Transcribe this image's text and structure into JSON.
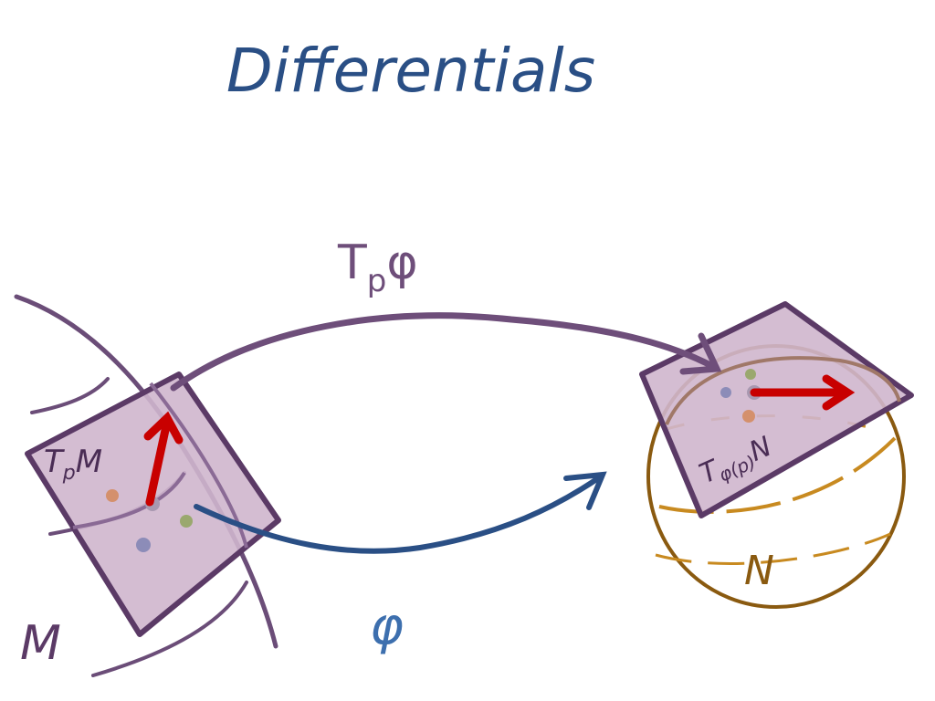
{
  "title": "Differentials",
  "labels": {
    "differential_map": "T",
    "differential_map_sub": "p",
    "differential_map_phi": "φ",
    "map": "φ",
    "manifold_m": "M",
    "manifold_n": "N",
    "tangent_space_m_T": "T",
    "tangent_space_m_sub": "p",
    "tangent_space_m_M": "M",
    "tangent_space_n_T": "T",
    "tangent_space_n_sub": "φ(p)",
    "tangent_space_n_N": "N"
  },
  "colors": {
    "title": "#2a4f85",
    "purple": "#5b3a66",
    "plane_fill": "#cfb6cd",
    "tangent_vector": "#c80000",
    "map_arrow": "#2a4f85",
    "map_label": "#3d6fae",
    "sphere": "#8a5a10",
    "sphere_bands": "#c88a20"
  }
}
